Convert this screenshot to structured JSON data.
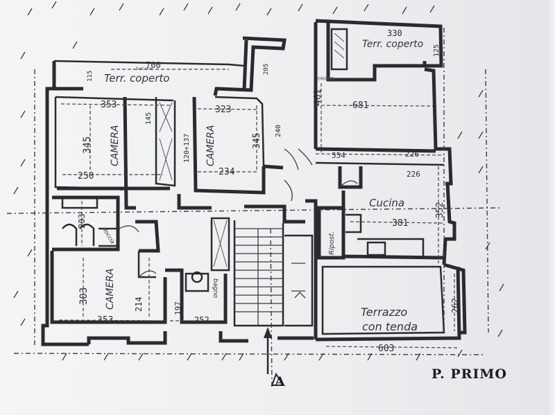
{
  "plan_title": "P. PRIMO",
  "section_marker": "A",
  "rooms": {
    "terr_coperto_left": "Terr. coperto",
    "balcone": "balcone",
    "terr_coperto_right": "Terr. coperto",
    "camino": "CAMINO",
    "camera_top_left": "CAMERA",
    "camera_top_mid": "CAMERA",
    "camera_bottom": "CAMERA",
    "cucina": "Cucina",
    "ripost": "Ripost.",
    "bagno": "bagno",
    "doccia": "doccia",
    "terrazzo_1": "Terrazzo",
    "terrazzo_2": "con tenda"
  },
  "dimensions": {
    "d700": "700",
    "d330": "330",
    "d125": "125",
    "d353_top": "353",
    "d323": "323",
    "d461": "461",
    "d681": "681",
    "d345_left": "345",
    "d345_mid": "345",
    "d145": "145",
    "d120_137": "120+137",
    "d240": "240",
    "d205": "205",
    "d115": "115",
    "d250": "250",
    "d234": "234",
    "d554": "554",
    "d226_a": "226",
    "d226_b": "226",
    "d352": "352",
    "d381": "381",
    "d203": "203",
    "d303": "303",
    "d214": "214",
    "d197": "197",
    "d353_bottom": "353",
    "d252": "252",
    "d262": "262",
    "d603": "603"
  }
}
